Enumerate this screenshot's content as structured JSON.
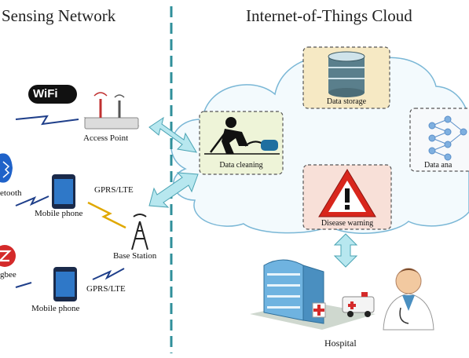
{
  "titles": {
    "left": "Sensing Network",
    "right": "Internet-of-Things Cloud"
  },
  "sensing": {
    "wifi": "WiFi",
    "access_point": "Access Point",
    "bluetooth": "etooth",
    "mobile_phone_1": "Mobile phone",
    "gprs_lte_1": "GPRS/LTE",
    "base_station": "Base Station",
    "zigbee": "gbee",
    "gprs_lte_2": "GPRS/LTE",
    "mobile_phone_2": "Mobile phone"
  },
  "cloud": {
    "data_storage": "Data storage",
    "data_cleaning": "Data cleaning",
    "data_analysis": "Data ana",
    "disease_warning": "Disease warning"
  },
  "hospital": "Hospital",
  "colors": {
    "divider": "#2f8f9a",
    "arrow": "#b7e7ef",
    "arrow_stroke": "#4aa3b3",
    "cloud_fill": "#f3fafd",
    "cloud_stroke": "#7ab7d6",
    "box_border": "#555555"
  }
}
